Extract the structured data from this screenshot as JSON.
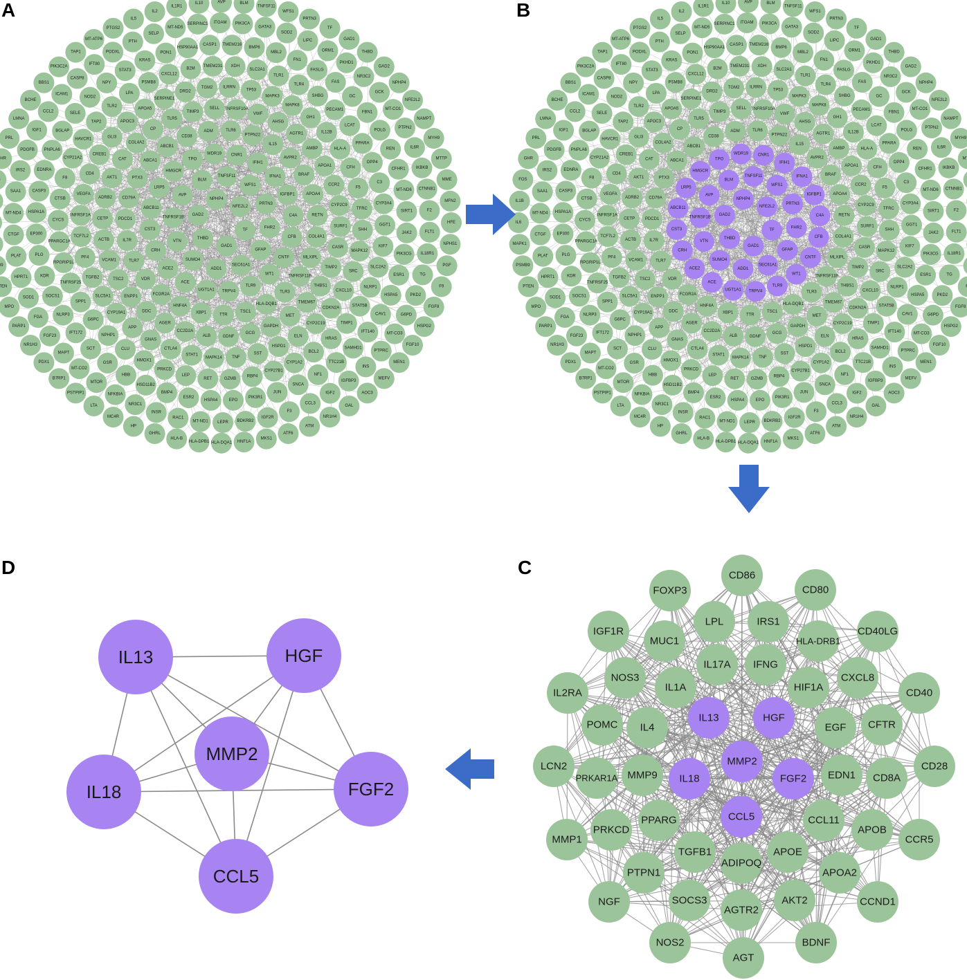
{
  "panels": {
    "a": {
      "letter": "A"
    },
    "b": {
      "letter": "B"
    },
    "c": {
      "letter": "C"
    },
    "d": {
      "letter": "D"
    }
  },
  "colors": {
    "green_node": "#9cc49a",
    "purple_node": "#a884f3",
    "edge": "#8a8a8a",
    "arrow": "#3a6cc8"
  },
  "network_c": {
    "highlighted": [
      "IL13",
      "HGF",
      "MMP2",
      "IL18",
      "FGF2",
      "CCL5"
    ],
    "nodes": [
      "CD86",
      "FOXP3",
      "CD80",
      "LPL",
      "IRS1",
      "IGF1R",
      "MUC1",
      "HLA-DRB1",
      "CD40LG",
      "IL17A",
      "IFNG",
      "NOS3",
      "CXCL8",
      "IL2RA",
      "IL1A",
      "HIF1A",
      "CD40",
      "POMC",
      "IL4",
      "IL13",
      "HGF",
      "EGF",
      "CFTR",
      "LCN2",
      "PRKAR1A",
      "MMP9",
      "MMP2",
      "IL18",
      "FGF2",
      "EDN1",
      "CD8A",
      "CD28",
      "CCL5",
      "PPARG",
      "CCL11",
      "MMP1",
      "PRKCD",
      "APOB",
      "CCR5",
      "TGFB1",
      "APOE",
      "ADIPOQ",
      "PTPN1",
      "APOA2",
      "NGF",
      "SOCS3",
      "AKT2",
      "CCND1",
      "AGTR2",
      "NOS2",
      "BDNF",
      "AGT"
    ]
  },
  "network_d": {
    "nodes": [
      "IL13",
      "HGF",
      "MMP2",
      "IL18",
      "FGF2",
      "CCL5"
    ]
  },
  "network_ab_labels": [
    "AVP",
    "BLM",
    "TNFSF11",
    "WFS1",
    "PRTN3",
    "TF",
    "GAD1",
    "THBD",
    "GAD2",
    "NPHP4",
    "NFE2L2",
    "NAMPT",
    "MYH9",
    "MTTP",
    "MME",
    "MFN2",
    "HFE",
    "NPHS1",
    "PGF",
    "F9",
    "FGF8",
    "HSPG2",
    "FGF10",
    "MEN1",
    "MEFV",
    "AOC3",
    "GAL",
    "NR1H4",
    "ATM",
    "ATF6",
    "MKS1",
    "HNF1A",
    "HLA-DQA1",
    "HLA-DPB1",
    "HLA-B",
    "GHRL",
    "HP",
    "MC4R",
    "LTA",
    "PSTPIP1",
    "B7RP1",
    "PDX1",
    "NR1H3",
    "PARP1",
    "MPO",
    "PTEN",
    "PSMB9",
    "MAPK1",
    "IL6",
    "IL1B",
    "FOS",
    "GHR",
    "PRL",
    "LMNA",
    "BCHE",
    "BBS1",
    "PIK3C2A",
    "TAP1",
    "MT-ATP6",
    "PTGS2",
    "IL5",
    "IL2",
    "IL1R1",
    "IL10",
    "GATA3",
    "SOD2",
    "LIPC",
    "ORM1",
    "PKHD1",
    "NR3C2",
    "GCK",
    "MT-CO1",
    "PTPN2",
    "IL6R",
    "IKBKB",
    "CTNNB1",
    "F2",
    "FLT1",
    "IL18R1",
    "TG",
    "PKD2",
    "G6PD",
    "MT-CO3",
    "PTPRC",
    "INS",
    "IGFBP3",
    "IGF2",
    "CCL3",
    "F3",
    "IGF2R",
    "BDKRB2",
    "LEPR",
    "MT-ND1",
    "RAC1",
    "INSR",
    "NR3C1",
    "NFKBIA",
    "MTOR",
    "MT-CO2",
    "MAPT",
    "FGF23",
    "FGA",
    "SOD1",
    "HPRT1",
    "PLAT",
    "CTGF",
    "MT-ND4",
    "SAA1",
    "IRS2",
    "PDGFB",
    "IGF1",
    "CCL2",
    "ICAM1",
    "CASP8",
    "IFT80",
    "PODXL",
    "PTH",
    "SELP",
    "MT-ND5",
    "SERPINC1",
    "ITGAM",
    "PIK3CA",
    "FN1",
    "FASLG",
    "FAS",
    "GC",
    "FBN1",
    "POLG",
    "REN",
    "CFHR1",
    "MT-ND6",
    "SIRT1",
    "JAK2",
    "PIK3CG",
    "ESR1",
    "HSPA5",
    "CAV1",
    "IFT140",
    "SAMHD1",
    "TTC21B",
    "NF1",
    "SNCA",
    "JUN",
    "PIK3R1",
    "EPO",
    "HSPA4",
    "ESR2",
    "BMP4",
    "HSD11B2",
    "HBB",
    "GSR",
    "SCT",
    "IFT172",
    "NLRP3",
    "SOCS1",
    "KDR",
    "PLG",
    "EP300",
    "HSPA1A",
    "CASP3",
    "EDNRA",
    "PNPLA6",
    "BGLAP",
    "SELE",
    "NOD2",
    "NPY",
    "STAT3",
    "KRAS",
    "PON1",
    "HSP90AA1",
    "CASP1",
    "TMEM216",
    "BMP6",
    "MBL2",
    "SHBG",
    "PECAM1",
    "LCAT",
    "PPARA",
    "DPP4",
    "C3",
    "CYP3A4",
    "GGT1",
    "KIF7",
    "SLC2A2",
    "NLRP1",
    "STAT5B",
    "TIMP1",
    "HRAS",
    "BCL2",
    "CYP1A2",
    "CYP27B1",
    "RBP4",
    "GZMB",
    "RET",
    "LEP",
    "PRKCD",
    "HMOX1",
    "CLU",
    "NPHP1",
    "G6PC",
    "SPP1",
    "TNFRSF25",
    "RPGRIP1L",
    "PPARGC1A",
    "CYCS",
    "CTSB",
    "F8",
    "CYP21A2",
    "HAVCR1",
    "TAP2",
    "TLR2",
    "LPA",
    "PSMB8",
    "CXCL12",
    "B2M",
    "TMEM231",
    "XDH",
    "SLC2A1",
    "TLR1",
    "TLR4",
    "IL12B",
    "HLA-A",
    "CFH",
    "F5",
    "TFRC",
    "SHH",
    "MAPK12",
    "SRC",
    "CXCL10",
    "CDKN2A",
    "CYP2C19",
    "ELN",
    "HSPD1",
    "SST",
    "TNF",
    "MAPK14",
    "STAT1",
    "CTLA4",
    "GNAS",
    "APP",
    "CYP19A1",
    "SLC5A1",
    "TGFB2",
    "PF4",
    "TCF7L2",
    "INFRSF1A",
    "VEGFA",
    "CD4",
    "CREB1",
    "GLI3",
    "APOC3",
    "APOA5",
    "SERPINE1",
    "DRD2",
    "TGM2",
    "ILRRN",
    "TP53",
    "MAPK3",
    "MAPK8",
    "GH1",
    "APOA1",
    "CCR2",
    "CYP2C9",
    "SURF1",
    "CASR",
    "TIMP2",
    "THBS1",
    "TMEM67",
    "MET",
    "GAPDH",
    "GCG",
    "GDNF",
    "ALB",
    "CC2D2A",
    "AGER",
    "DDC",
    "ENPP1",
    "TSC2",
    "VCAM1",
    "ACTB",
    "CETP",
    "ADRB2",
    "AKT1",
    "CAT",
    "COL4A2",
    "CP",
    "TLR5",
    "TIMP3",
    "SELL",
    "TNFRSF10A",
    "VWF",
    "AHSG",
    "AGTR1",
    "AMBP",
    "APOA4",
    "RETN",
    "COL4A1",
    "MLXIPL",
    "TNFRSF11B",
    "TLR3",
    "HLA-DQB1",
    "TSC1",
    "TTR",
    "XBP1",
    "HNF4A",
    "FCGR2A",
    "VDR",
    "TLR7",
    "IL7R",
    "PDCD1",
    "CD79A",
    "PTX3",
    "ABCA1",
    "ABCB1",
    "CD38",
    "ADM",
    "TLR6",
    "PTPN22",
    "IL15",
    "AVPR2",
    "BRAF",
    "C4A",
    "CFB",
    "CNTF",
    "WT1",
    "TLR9",
    "TRPV4",
    "UGT1A1",
    "ACE",
    "ACE2",
    "CRH",
    "CST3",
    "ABCB11",
    "LRP5",
    "HMGCR",
    "TPO",
    "WDR19",
    "CNR1",
    "IFIH1",
    "IFNA1",
    "IGFBP1",
    "FHR2",
    "GFAP",
    "SEC61A1",
    "ADD1",
    "SUMO4",
    "VTN",
    "TNFRSF1B"
  ]
}
